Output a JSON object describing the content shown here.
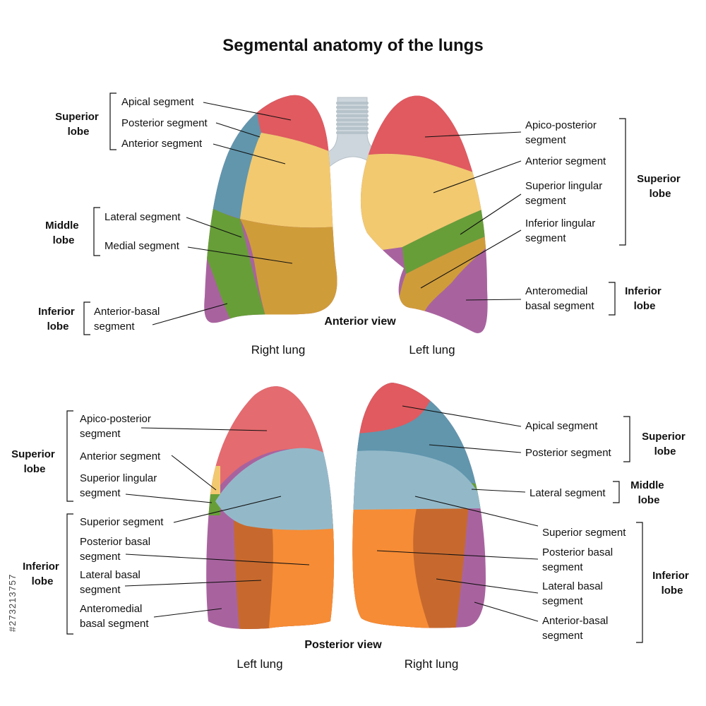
{
  "title": "Segmental anatomy of the lungs",
  "colors": {
    "apical_red": "#e05a5f",
    "posterior_blue": "#6196ad",
    "anterior_yellow": "#f2c96f",
    "middle_green": "#679e38",
    "medial_mustard": "#cf9c3a",
    "basal_purple": "#a8639f",
    "superior_lightblue": "#93b9c9",
    "basal_orange": "#f68c35",
    "lateral_brown": "#c7692e",
    "pink_red": "#e46b6f",
    "trachea_grey": "#cdd6dc"
  },
  "anterior": {
    "view_label": "Anterior view",
    "right_lung_label": "Right lung",
    "left_lung_label": "Left lung",
    "left_side_groups": [
      {
        "line1": "Superior",
        "line2": "lobe"
      },
      {
        "line1": "Middle",
        "line2": "lobe"
      },
      {
        "line1": "Inferior",
        "line2": "lobe"
      }
    ],
    "left_side_labels": [
      {
        "line1": "Apical segment",
        "line2": ""
      },
      {
        "line1": "Posterior segment",
        "line2": ""
      },
      {
        "line1": "Anterior segment",
        "line2": ""
      },
      {
        "line1": "Lateral segment",
        "line2": ""
      },
      {
        "line1": "Medial segment",
        "line2": ""
      },
      {
        "line1": "Anterior-basal",
        "line2": "segment"
      }
    ],
    "right_side_labels": [
      {
        "line1": "Apico-posterior",
        "line2": "segment"
      },
      {
        "line1": "Anterior segment",
        "line2": ""
      },
      {
        "line1": "Superior lingular",
        "line2": "segment"
      },
      {
        "line1": "Inferior lingular",
        "line2": "segment"
      },
      {
        "line1": "Anteromedial",
        "line2": "basal segment"
      }
    ],
    "right_side_groups": [
      {
        "line1": "Superior",
        "line2": "lobe"
      },
      {
        "line1": "Inferior",
        "line2": "lobe"
      }
    ]
  },
  "posterior": {
    "view_label": "Posterior view",
    "left_lung_label": "Left lung",
    "right_lung_label": "Right lung",
    "left_side_groups": [
      {
        "line1": "Superior",
        "line2": "lobe"
      },
      {
        "line1": "Inferior",
        "line2": "lobe"
      }
    ],
    "left_side_labels": [
      {
        "line1": "Apico-posterior",
        "line2": "segment"
      },
      {
        "line1": "Anterior segment",
        "line2": ""
      },
      {
        "line1": "Superior lingular",
        "line2": "segment"
      },
      {
        "line1": "Superior segment",
        "line2": ""
      },
      {
        "line1": "Posterior basal",
        "line2": "segment"
      },
      {
        "line1": "Lateral basal",
        "line2": "segment"
      },
      {
        "line1": "Anteromedial",
        "line2": "basal segment"
      }
    ],
    "right_side_labels": [
      {
        "line1": "Apical segment",
        "line2": ""
      },
      {
        "line1": "Posterior segment",
        "line2": ""
      },
      {
        "line1": "Lateral segment",
        "line2": ""
      },
      {
        "line1": "Superior segment",
        "line2": ""
      },
      {
        "line1": "Posterior basal",
        "line2": "segment"
      },
      {
        "line1": "Lateral basal",
        "line2": "segment"
      },
      {
        "line1": "Anterior-basal",
        "line2": "segment"
      }
    ],
    "right_side_groups": [
      {
        "line1": "Superior",
        "line2": "lobe"
      },
      {
        "line1": "Middle",
        "line2": "lobe"
      },
      {
        "line1": "Inferior",
        "line2": "lobe"
      }
    ]
  },
  "watermark": "#273213757"
}
